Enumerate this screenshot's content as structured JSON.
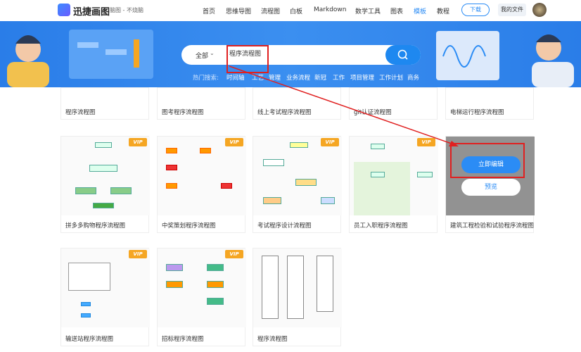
{
  "header": {
    "brand": "迅捷画图",
    "slogan": "脑图 - 不烧脑",
    "nav": [
      "首页",
      "思维导图",
      "流程图",
      "白板",
      "Markdown",
      "数学工具",
      "图表",
      "模板",
      "教程"
    ],
    "active_nav": "模板",
    "download": "下载",
    "my_files": "我的文件"
  },
  "search": {
    "scope": "全部",
    "value": "程序流程图",
    "hot_label": "热门搜索:",
    "hot_tags": [
      "时间轴",
      "工艺",
      "管理",
      "业务流程",
      "新冠",
      "工作",
      "项目管理",
      "工作计划",
      "商务"
    ]
  },
  "colors": {
    "accent": "#2b8cf5",
    "hero": "#2a7de8",
    "annotation": "#e02020",
    "vip": "#f5a623"
  },
  "row1": [
    "程序流程图",
    "图考程序流程图",
    "线上考试程序流程图",
    "git认证流程图",
    "电梯运行程序流程图"
  ],
  "row2": [
    {
      "title": "拼多多购物程序流程图",
      "vip": "VIP"
    },
    {
      "title": "中奖策划程序流程图",
      "vip": "VIP"
    },
    {
      "title": "考试程序设计流程图",
      "vip": "VIP"
    },
    {
      "title": "员工入职程序流程图",
      "vip": "VIP"
    },
    {
      "title": "建筑工程检验和试验程序流程图"
    }
  ],
  "row3": [
    {
      "title": "输送站程序流程图",
      "vip": "VIP"
    },
    {
      "title": "招标程序流程图",
      "vip": "VIP"
    },
    {
      "title": "程序流程图"
    }
  ],
  "hover": {
    "edit": "立即编辑",
    "preview": "预览"
  }
}
